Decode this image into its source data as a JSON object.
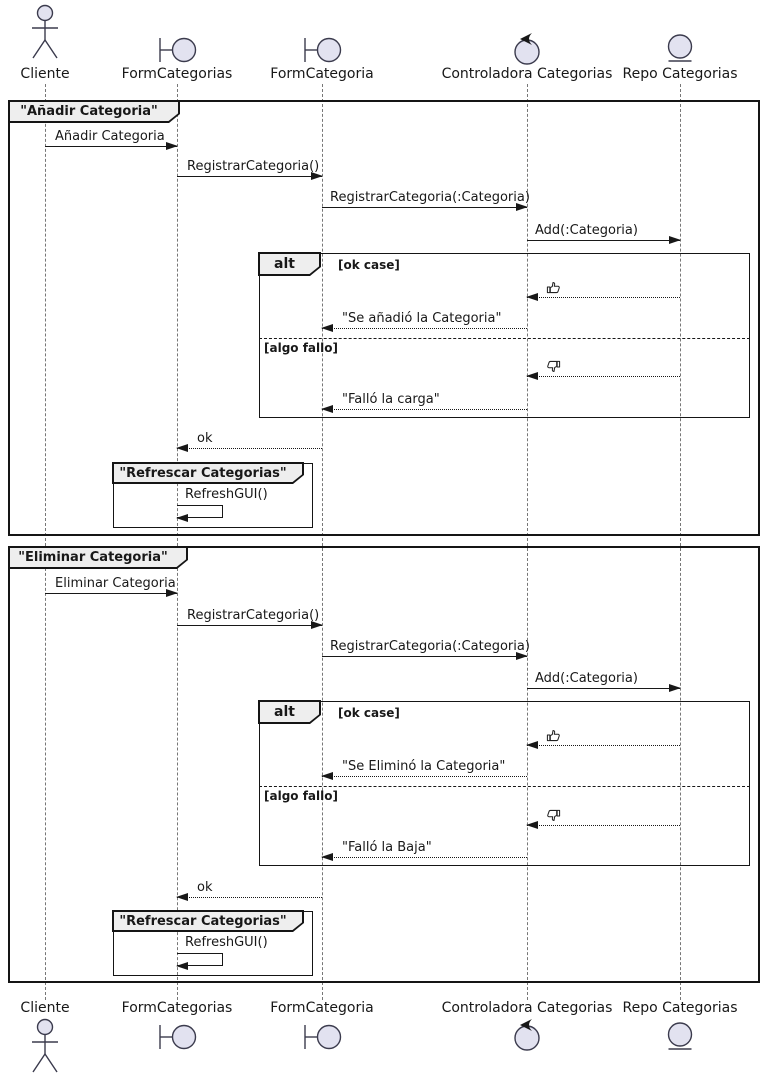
{
  "colors": {
    "shape_fill": "#E2E2F0",
    "frame_label_bg": "#EEEEEE",
    "line": "#181818"
  },
  "participants": {
    "cliente": {
      "label": "Cliente",
      "type": "actor"
    },
    "form_categorias": {
      "label": "FormCategorias",
      "type": "boundary"
    },
    "form_categoria": {
      "label": "FormCategoria",
      "type": "boundary"
    },
    "controladora": {
      "label": "Controladora Categorias",
      "type": "control"
    },
    "repo": {
      "label": "Repo Categorias",
      "type": "entity"
    }
  },
  "icons": {
    "ok": "thumbs-up",
    "fail": "thumbs-down"
  },
  "anadir": {
    "title": "\"Añadir Categoria\"",
    "msg_action": "Añadir Categoria",
    "msg_registrar": "RegistrarCategoria()",
    "msg_registrar_param": "RegistrarCategoria(:Categoria)",
    "msg_add": "Add(:Categoria)",
    "alt": {
      "operator": "alt",
      "guard_ok": "[ok case]",
      "reply_ok": "\"Se añadió la Categoria\"",
      "guard_fail": "[algo fallo]",
      "reply_fail": "\"Falló la carga\""
    },
    "msg_ok": "ok",
    "refresh": {
      "title": "\"Refrescar Categorias\"",
      "msg": "RefreshGUI()"
    }
  },
  "eliminar": {
    "title": "\"Eliminar Categoria\"",
    "msg_action": "Eliminar Categoria",
    "msg_registrar": "RegistrarCategoria()",
    "msg_registrar_param": "RegistrarCategoria(:Categoria)",
    "msg_add": "Add(:Categoria)",
    "alt": {
      "operator": "alt",
      "guard_ok": "[ok case]",
      "reply_ok": "\"Se Eliminó la Categoria\"",
      "guard_fail": "[algo fallo]",
      "reply_fail": "\"Falló la Baja\""
    },
    "msg_ok": "ok",
    "refresh": {
      "title": "\"Refrescar Categorias\"",
      "msg": "RefreshGUI()"
    }
  }
}
